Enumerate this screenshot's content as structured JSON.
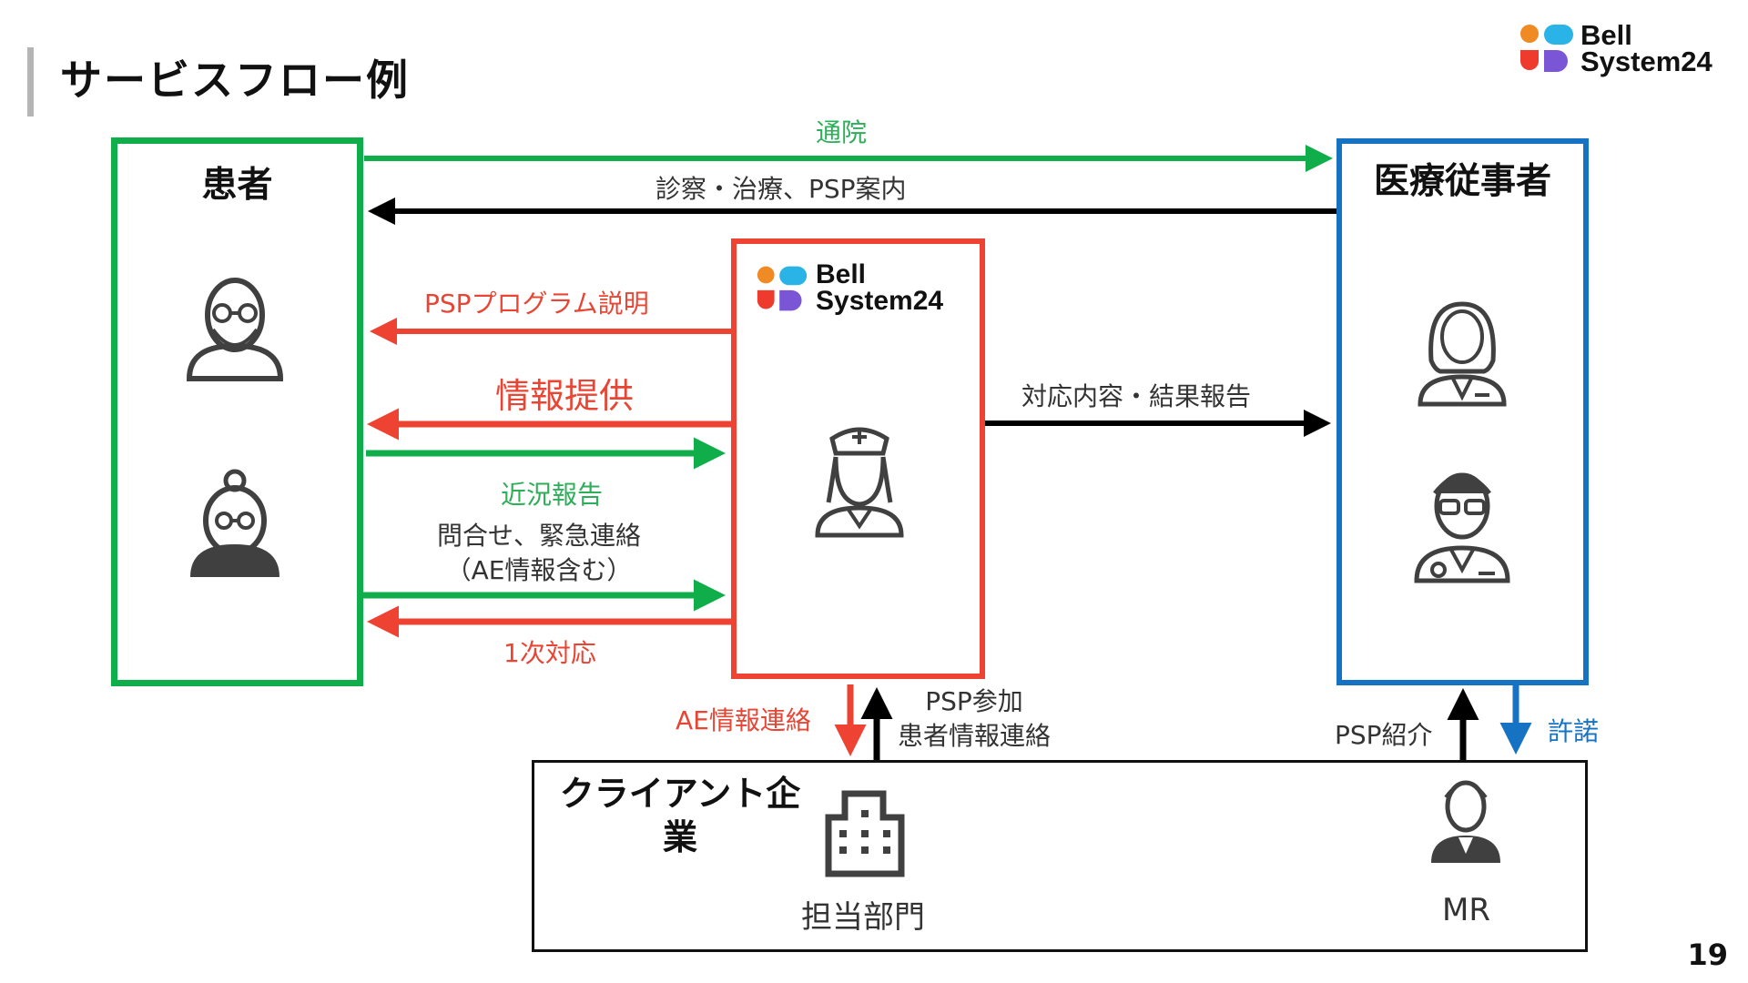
{
  "slide": {
    "title": "サービスフロー例",
    "page_number": "19"
  },
  "logo": {
    "line1": "Bell",
    "line2": "System24"
  },
  "colors": {
    "green": "#0fae4b",
    "red": "#ee4332",
    "blue": "#1673c4",
    "black": "#000000",
    "icon_dark": "#404040"
  },
  "boxes": {
    "patient": {
      "title": "患者",
      "icons": [
        "elderly-man-icon",
        "elderly-woman-icon"
      ]
    },
    "bell": {
      "logo_line1": "Bell",
      "logo_line2": "System24",
      "icons": [
        "nurse-icon"
      ]
    },
    "medical": {
      "title": "医療従事者",
      "icons": [
        "female-doctor-icon",
        "male-doctor-icon"
      ]
    },
    "client": {
      "title_line1": "クライアント企",
      "title_line2": "業",
      "department_label": "担当部門",
      "mr_label": "MR",
      "icons": [
        "office-building-icon",
        "businessman-icon"
      ]
    }
  },
  "flows": {
    "tsuin": "通院",
    "shinsatsu": "診察・治療、PSP案内",
    "psp_program": "PSPプログラム説明",
    "info_provide": "情報提供",
    "kinkyo": "近況報告",
    "toiawase_line1": "問合せ、緊急連絡",
    "toiawase_line2": "（AE情報含む）",
    "ichiji": "1次対応",
    "taiou_report": "対応内容・結果報告",
    "ae_report": "AE情報連絡",
    "psp_join_line1": "PSP参加",
    "psp_join_line2": "患者情報連絡",
    "psp_intro": "PSP紹介",
    "kyodaku": "許諾"
  }
}
